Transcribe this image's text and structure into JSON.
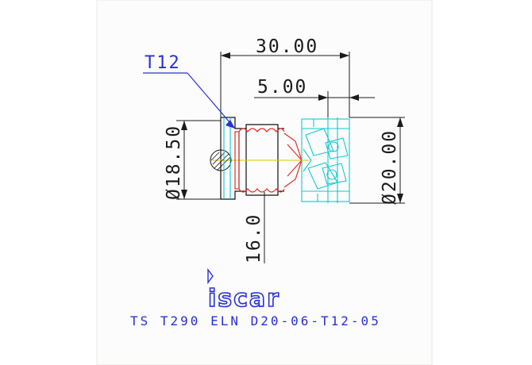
{
  "dimensions": {
    "overall_length": "30.00",
    "insert_length": "5.00",
    "body_diameter": "Ø18.50",
    "head_diameter": "Ø20.00",
    "shank_length": "16.0"
  },
  "thread_label": "T12",
  "logo": "iscar",
  "title": "TS T290 ELN D20-06-T12-05",
  "colors": {
    "outline": "#111111",
    "thread": "#e0302a",
    "inserts": "#12c9d6",
    "annotation": "#2a2fd8",
    "centerline": "#e8c000"
  }
}
